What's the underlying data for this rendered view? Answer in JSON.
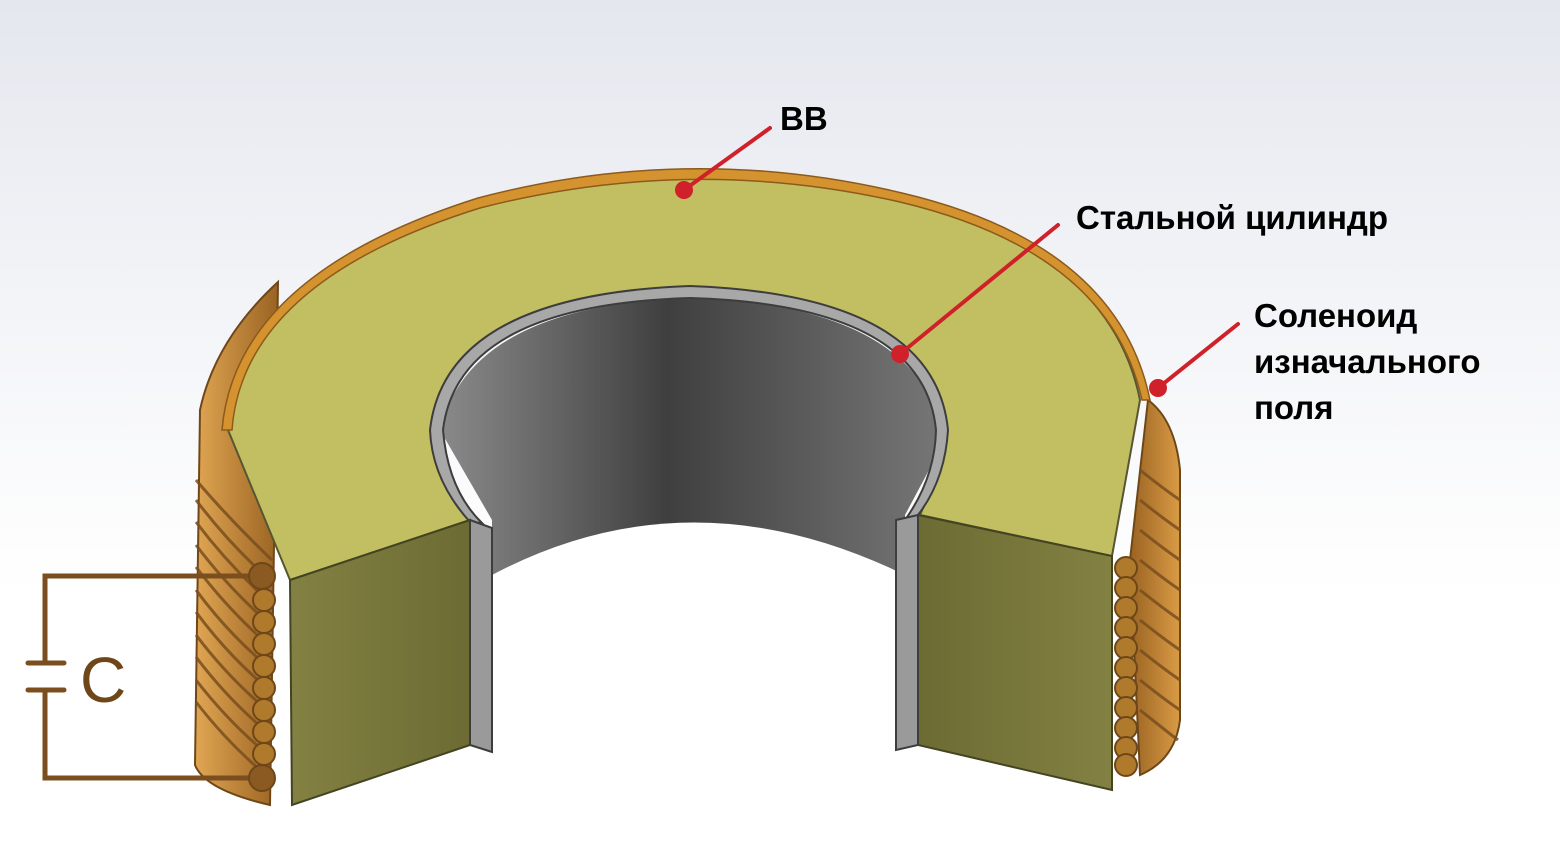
{
  "labels": {
    "explosive": "ВВ",
    "steel_cylinder": "Стальной цилиндр",
    "solenoid": [
      "Соленоид",
      "изначального",
      "поля"
    ],
    "capacitor": "С"
  },
  "colors": {
    "explosive_top": "#c2bf62",
    "explosive_cut": "#7a793b",
    "copper": "#c98a2f",
    "copper_dark": "#8c5a1c",
    "steel": "#a8a8a8",
    "steel_inner": "#555555",
    "leader": "#d0202a",
    "circuit": "#7a4e1e"
  }
}
